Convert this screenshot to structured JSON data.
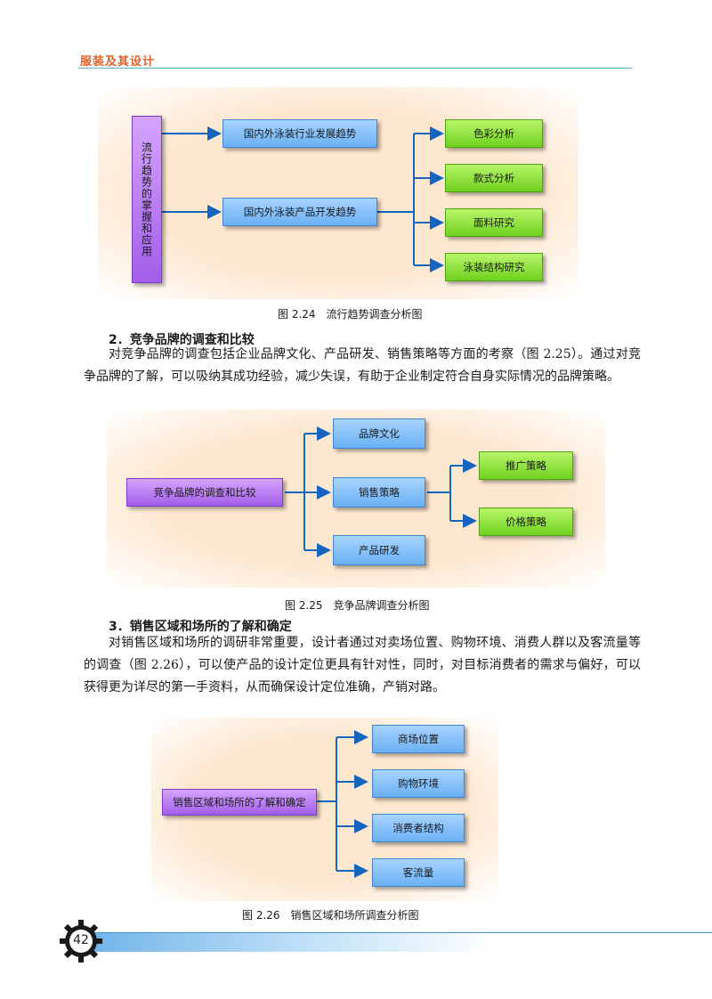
{
  "header": {
    "title": "服装及其设计"
  },
  "fig224": {
    "root": "流行趋势的掌握和应用",
    "mid": [
      "国内外泳装行业发展趋势",
      "国内外泳装产品开发趋势"
    ],
    "leaves": [
      "色彩分析",
      "款式分析",
      "面料研究",
      "泳装结构研究"
    ],
    "caption": "图 2.24　流行趋势调查分析图"
  },
  "section2": {
    "heading": "2．竞争品牌的调查和比较",
    "paragraph": "对竞争品牌的调查包括企业品牌文化、产品研发、销售策略等方面的考察（图 2.25）。通过对竞争品牌的了解，可以吸纳其成功经验，减少失误，有助于企业制定符合自身实际情况的品牌策略。"
  },
  "fig225": {
    "root": "竞争品牌的调查和比较",
    "mid": [
      "品牌文化",
      "销售策略",
      "产品研发"
    ],
    "leaves": [
      "推广策略",
      "价格策略"
    ],
    "caption": "图 2.25　竞争品牌调查分析图"
  },
  "section3": {
    "heading": "3．销售区域和场所的了解和确定",
    "paragraph": "对销售区域和场所的调研非常重要，设计者通过对卖场位置、购物环境、消费人群以及客流量等的调查（图 2.26），可以使产品的设计定位更具有针对性，同时，对目标消费者的需求与偏好，可以获得更为详尽的第一手资料，从而确保设计定位准确，产销对路。"
  },
  "fig226": {
    "root": "销售区域和场所的了解和确定",
    "leaves": [
      "商场位置",
      "购物环境",
      "消费者结构",
      "客流量"
    ],
    "caption": "图 2.26　销售区域和场所调查分析图"
  },
  "footer": {
    "page_number": "42"
  }
}
